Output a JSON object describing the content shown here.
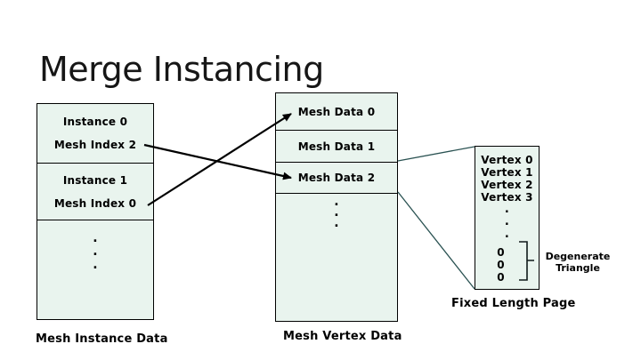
{
  "title": "Merge Instancing",
  "colors": {
    "background": "#ffffff",
    "box_fill": "#e9f4ee",
    "box_border": "#000000",
    "arrow": "#000000",
    "connector": "#2a5252",
    "text": "#000000"
  },
  "instance_table": {
    "caption": "Mesh Instance Data",
    "cell1": {
      "line1": "Instance 0",
      "line2": "Mesh Index 2"
    },
    "cell2": {
      "line1": "Instance 1",
      "line2": "Mesh Index 0"
    },
    "dots": [
      ".",
      ".",
      "."
    ]
  },
  "mesh_table": {
    "caption": "Mesh Vertex Data",
    "cell1": "Mesh Data 0",
    "cell2": "Mesh Data 1",
    "cell3": "Mesh Data 2",
    "dots": [
      ".",
      ".",
      "."
    ]
  },
  "vertex_page": {
    "caption": "Fixed Length Page",
    "vertices": [
      "Vertex 0",
      "Vertex 1",
      "Vertex 2",
      "Vertex 3"
    ],
    "dots": [
      ".",
      ".",
      "."
    ],
    "zeros": [
      "0",
      "0",
      "0"
    ],
    "annotation_line1": "Degenerate",
    "annotation_line2": "Triangle"
  }
}
